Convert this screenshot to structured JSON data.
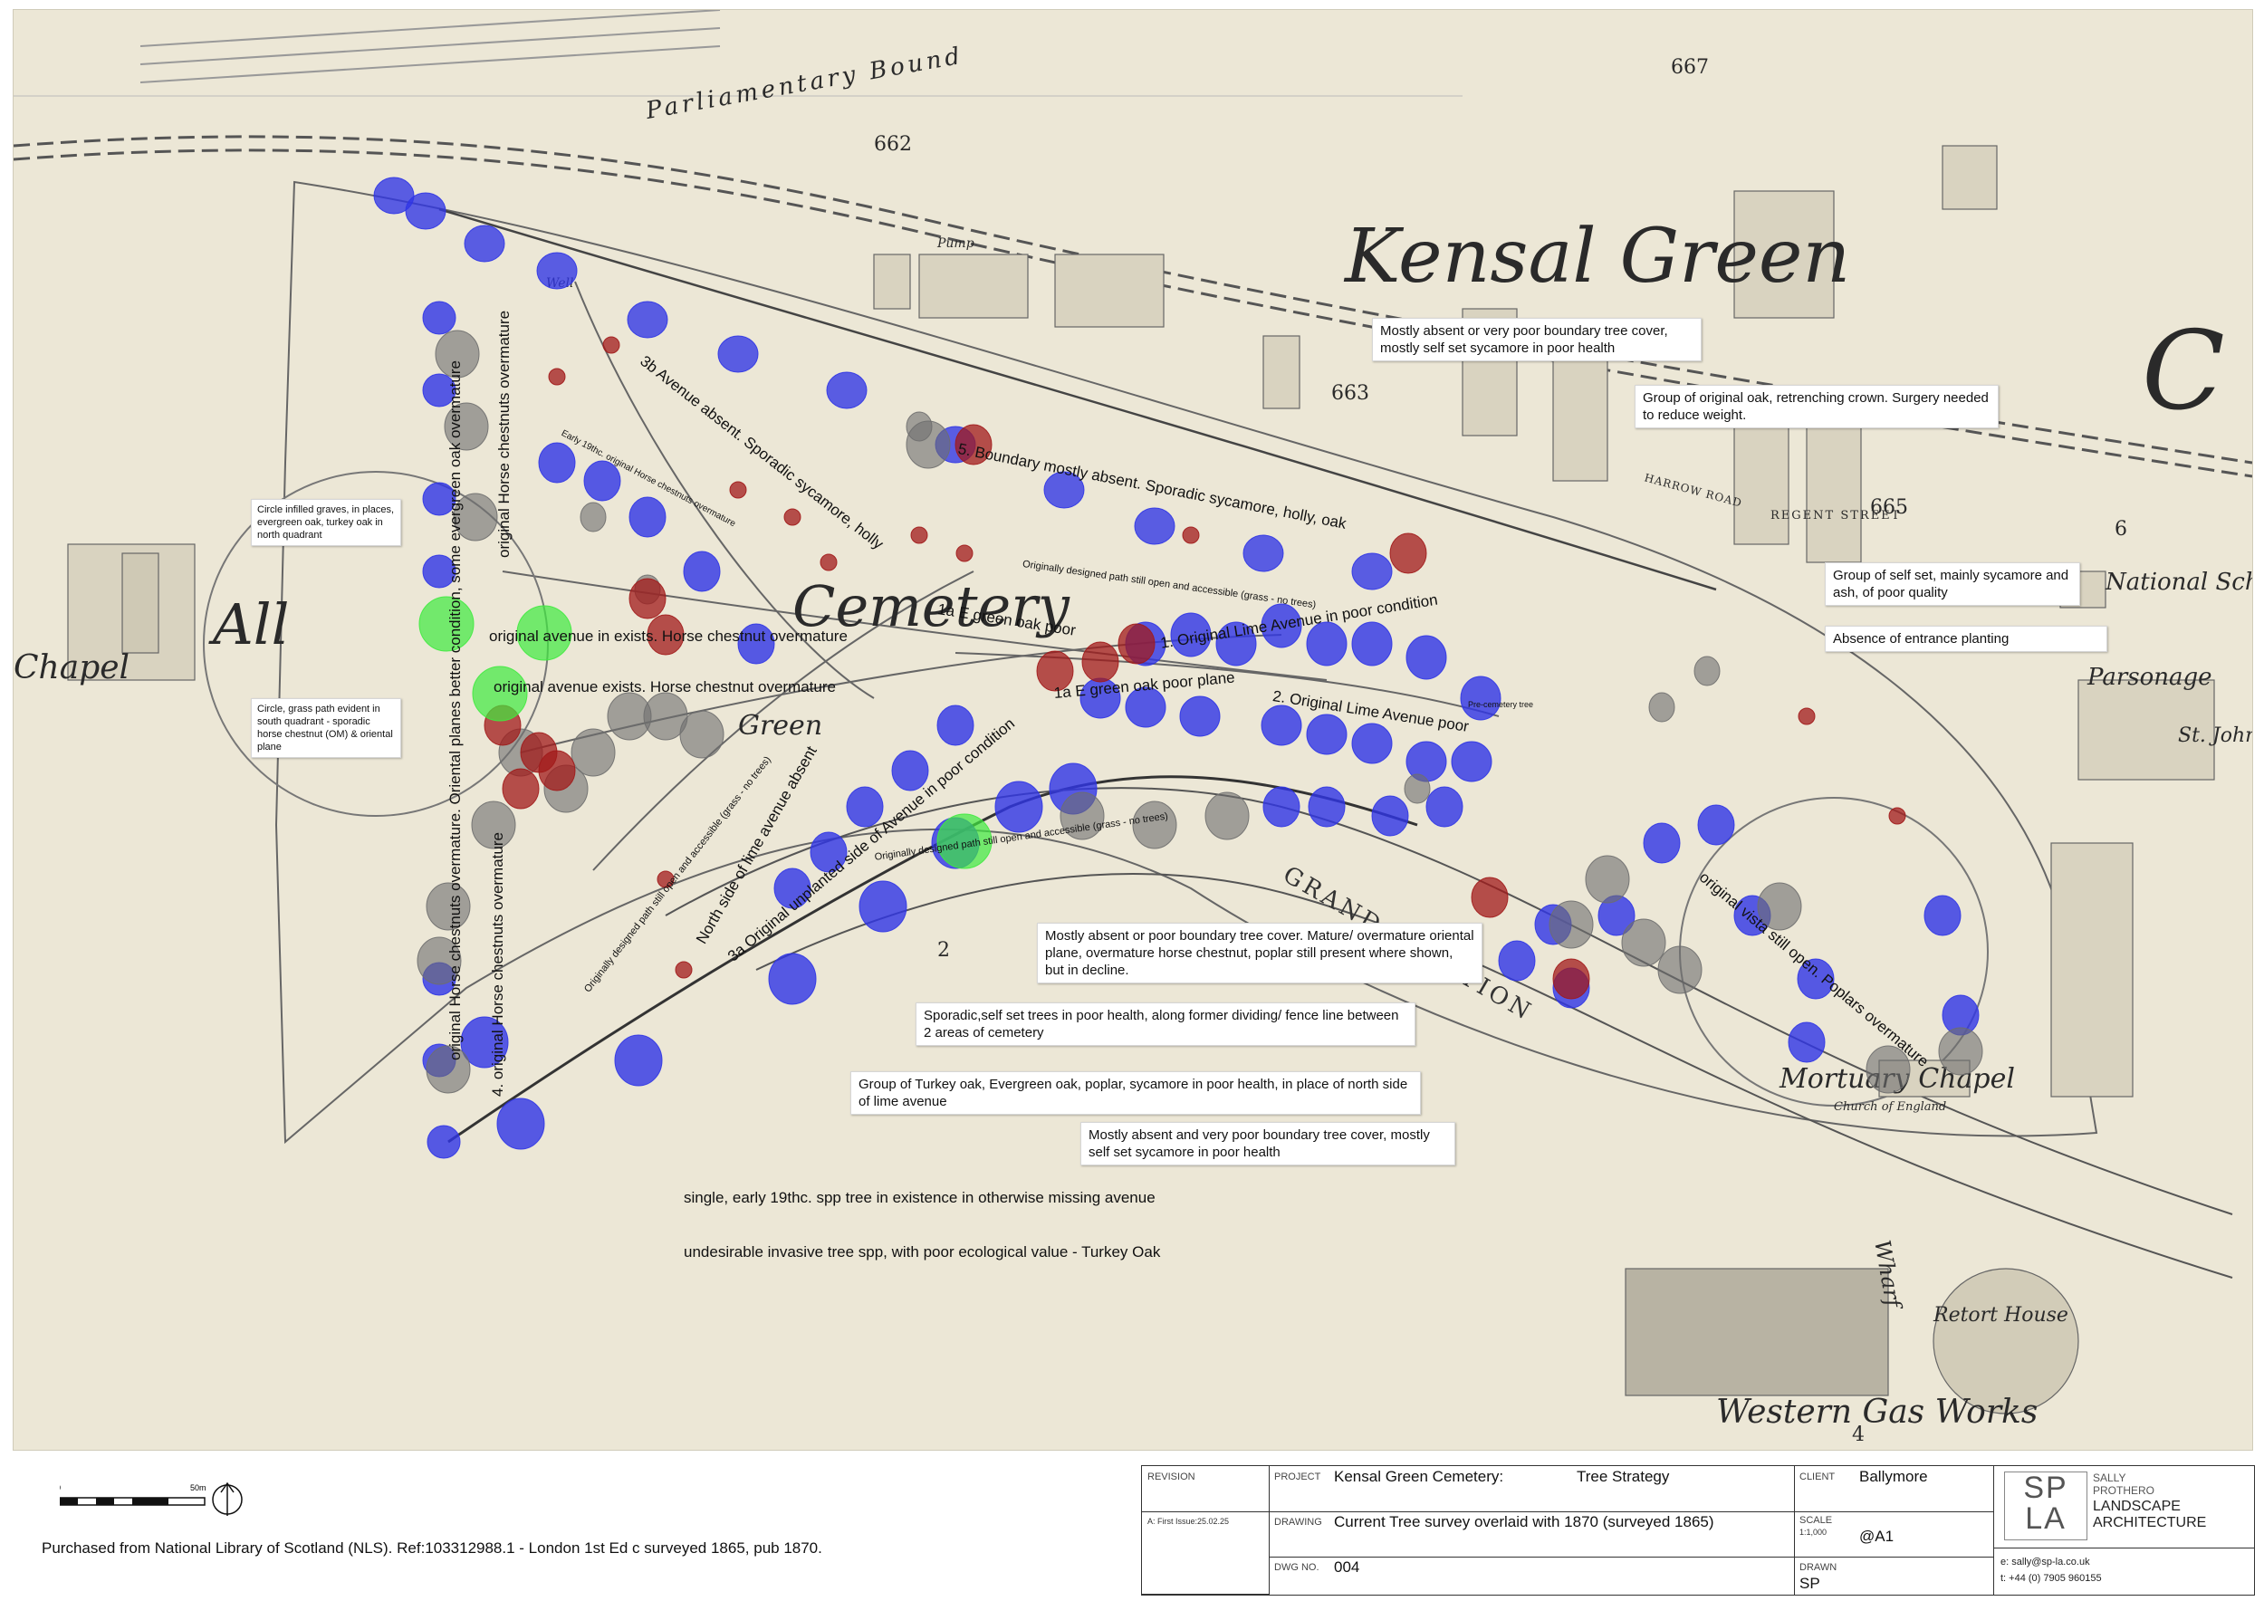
{
  "map": {
    "place_labels": {
      "kensal_green": "Kensal Green",
      "cemetery_left": "All",
      "cemetery_right": "Cemetery",
      "chapel": "Chapel",
      "green": "Green",
      "mortuary_chapel": "Mortuary Chapel",
      "church_of_england": "Church of England",
      "national_school": "National Sch",
      "parsonage": "Parsonage",
      "st_johns": "St. John's C",
      "retort_house": "Retort House",
      "western_gas_works": "Western Gas Works",
      "wharf": "Wharf",
      "pump": "Pump",
      "well": "Well",
      "regent_street": "REGENT STREET",
      "harrow_road": "HARROW ROAD",
      "big_c": "C",
      "canal": "GRAND JUNCTION",
      "parliamentary": "Parliamentary Bound"
    },
    "plot_numbers": [
      "662",
      "667",
      "663",
      "665",
      "6",
      "2",
      "4"
    ],
    "legend_lines": [
      "single, early 19thc. spp tree in existence in otherwise missing avenue",
      "undesirable invasive tree spp,  with poor ecological value - Turkey Oak"
    ],
    "notes": [
      "Mostly absent or very poor boundary tree cover, mostly self set sycamore in poor health",
      "Group of original oak, retrenching crown. Surgery needed to reduce weight.",
      "Group of self set, mainly sycamore and ash, of poor quality",
      "Absence of entrance planting",
      "Circle infilled graves, in places, evergreen oak, turkey oak in north quadrant",
      "Circle, grass path evident in south quadrant - sporadic horse chestnut (OM) & oriental plane",
      "Mostly absent or  poor boundary tree cover. Mature/ overmature oriental plane, overmature horse chestnut, poplar still present where shown, but in decline.",
      "Sporadic,self set trees  in poor health, along former dividing/ fence line between 2 areas of cemetery",
      "Group of Turkey oak, Evergreen oak, poplar, sycamore in poor health, in place of north side of lime avenue",
      "Mostly absent and very poor boundary tree cover, mostly self set sycamore in poor health"
    ],
    "avenue_labels": {
      "a1": "original avenue in exists. Horse chestnut  overmature",
      "a2": "original avenue exists. Horse chestnut  overmature",
      "a3": "1. Original Lime Avenue in poor condition",
      "a4": "1a E green oak poor  plane",
      "a5": "2. Original Lime Avenue poor",
      "a6": "1a E green oak poor",
      "a7": "5. Boundary mostly absent. Sporadic sycamore, holly, oak",
      "a8": "3b Avenue absent. Sporadic sycamore, holly",
      "a9": "original Horse chestnuts overmature",
      "a10": "original Horse chestnuts overmature. Oriental planes better condition, some evergreen oak overmature",
      "a11": "4. original Horse chestnuts overmature",
      "a12": "3a Original unplanted side of Avenue in poor condition",
      "a13": "North side of lime avenue absent",
      "a14": "original vista still open. Poplars overmature",
      "a15": "Originally designed path still open and accessible (grass - no trees)",
      "a16": "Originally designed path still open and accessible (grass - no trees)",
      "a17": "Originally designed path still open and accessible (grass - no trees)",
      "a18": "Early 19thc. original Horse chestnuts overmature",
      "a19": "Pre-cemetery tree"
    },
    "colors": {
      "tree_blue": "#2f35e6",
      "tree_red": "#a11a1a",
      "tree_grey": "#6e6e6e",
      "tree_green": "#3fea3f",
      "paper": "#ece7d6"
    }
  },
  "footer": {
    "credit": "Purchased from National Library of Scotland (NLS). Ref:103312988.1  - London 1st Ed c surveyed 1865, pub 1870.",
    "scale_zero": "0",
    "scale_end": "50m",
    "titleblock": {
      "revision_label": "REVISION",
      "revision_value": "A: First Issue:25.02.25",
      "project_label": "PROJECT",
      "project_value": "Kensal Green Cemetery:",
      "project_value2": "Tree Strategy",
      "client_label": "CLIENT",
      "client_value": "Ballymore",
      "drawing_label": "DRAWING",
      "drawing_value": "Current Tree survey overlaid with 1870 (surveyed 1865)",
      "scale_label": "SCALE",
      "scale_sub": "1:1,000",
      "scale_value": "@A1",
      "dwg_label": "DWG NO.",
      "dwg_value": "004",
      "drawn_label": "DRAWN",
      "drawn_value": "SP",
      "logo_letters": "SP LA",
      "company_line1": "SALLY",
      "company_line2": "PROTHERO",
      "company_line3": "LANDSCAPE",
      "company_line4": "ARCHITECTURE",
      "email": "e: sally@sp-la.co.uk",
      "phone": "t: +44 (0) 7905 960155"
    }
  }
}
